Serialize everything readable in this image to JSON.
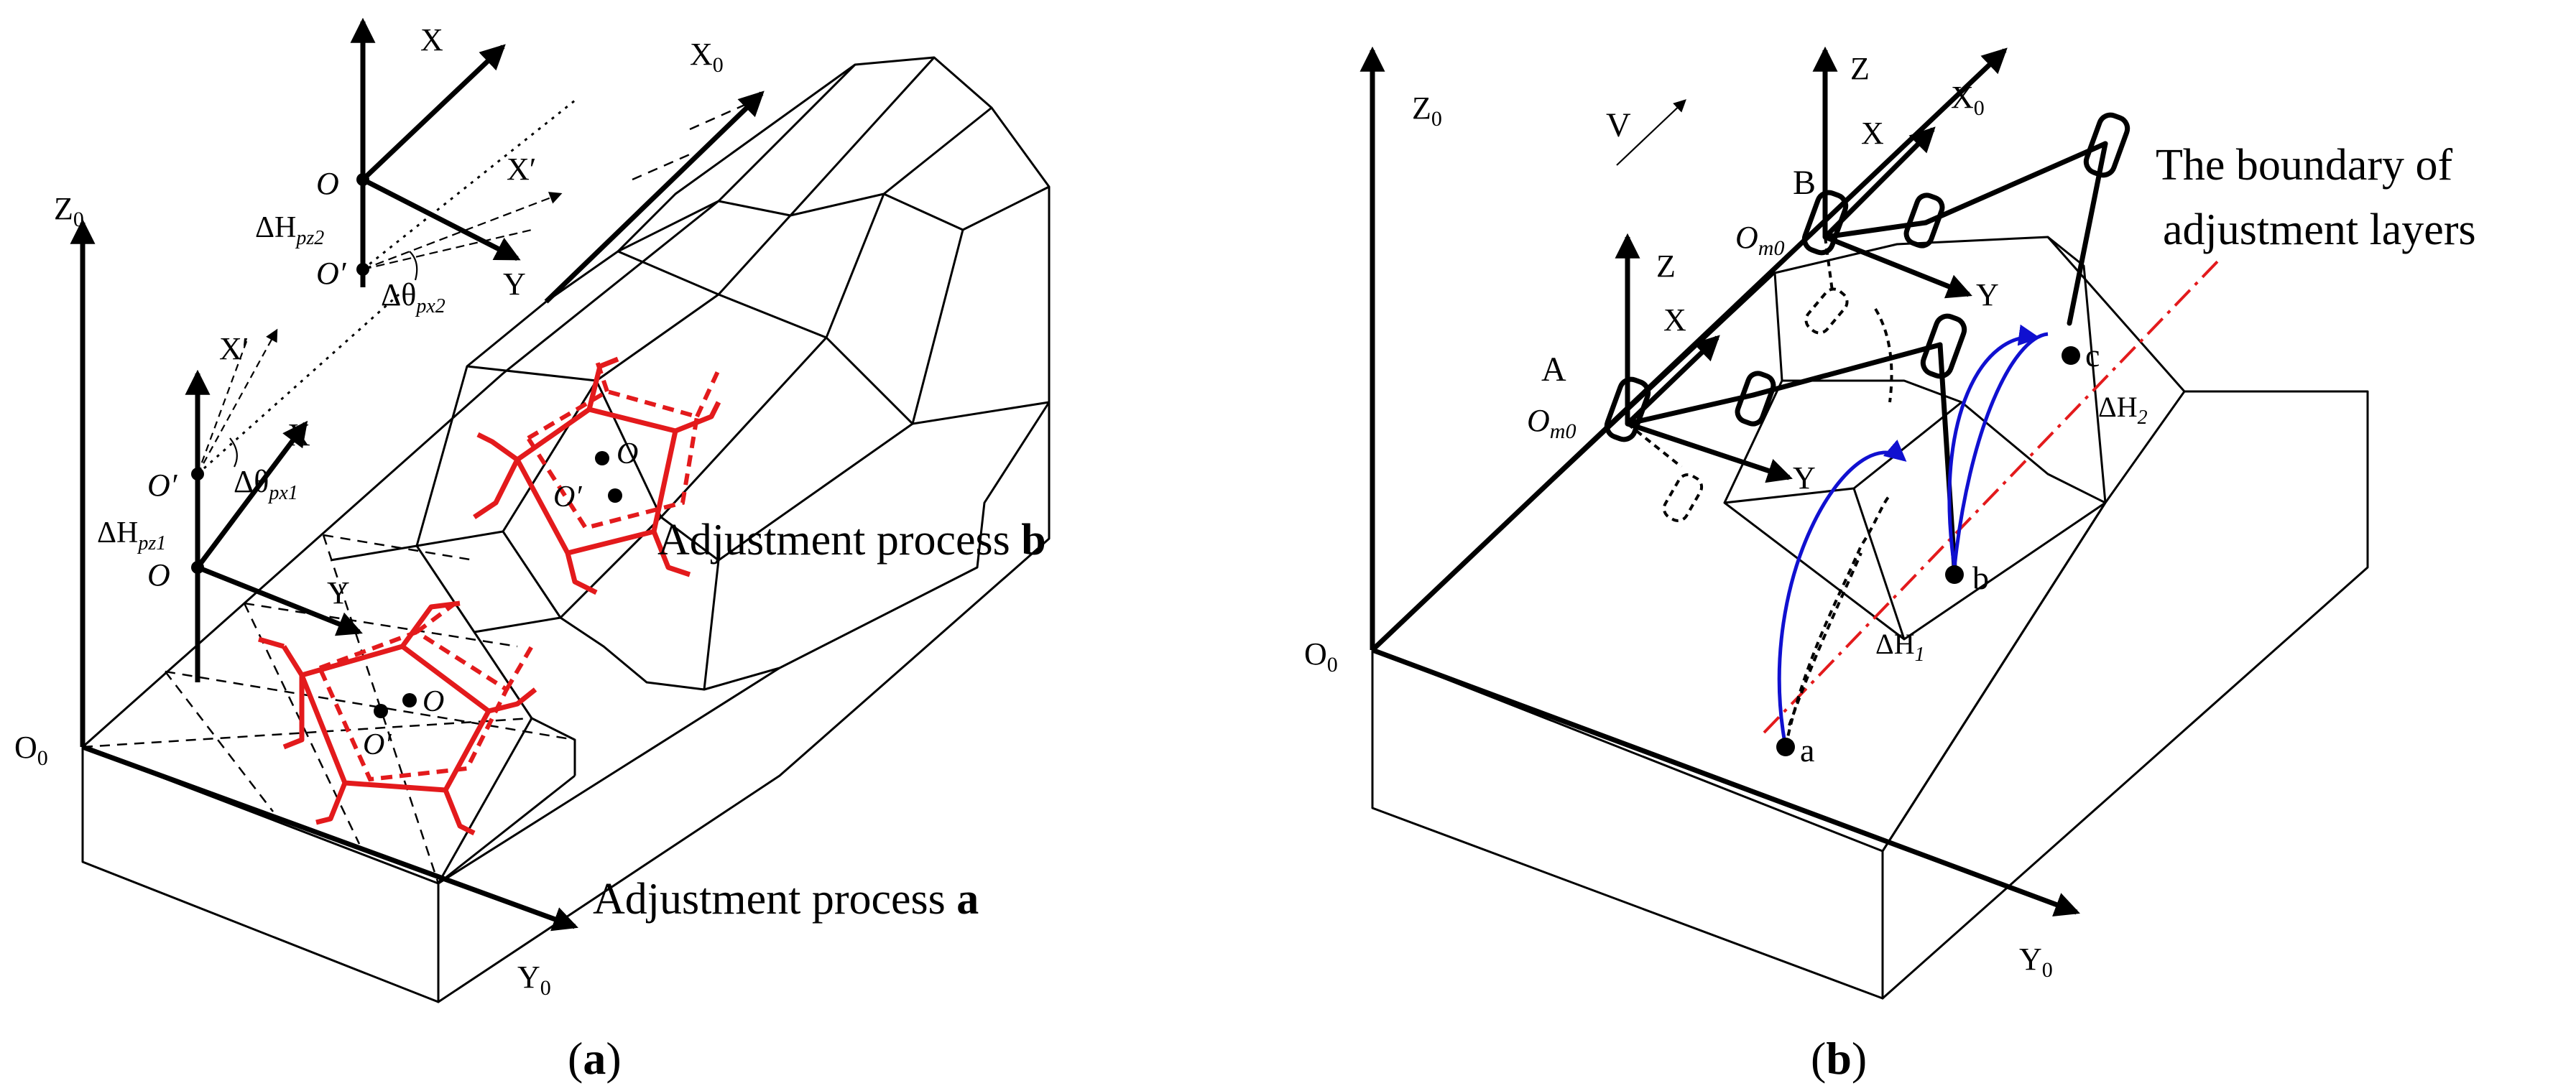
{
  "panel_a": {
    "caption_open": "(",
    "caption_letter": "a",
    "caption_close": ")",
    "axes": {
      "z0": "Z",
      "y0": "Y",
      "x0": "X",
      "origin": "O",
      "sub0": "0"
    },
    "lower_frame": {
      "x": "X",
      "xp": "X′",
      "y": "Y",
      "o": "O",
      "op": "O′",
      "dh": "ΔH",
      "dh_sub": "pz1",
      "dt": "Δθ",
      "dt_sub": "px1"
    },
    "upper_frame": {
      "x": "X",
      "xp": "X′",
      "y": "Y",
      "o": "O",
      "op": "O′",
      "dh": "ΔH",
      "dh_sub": "pz2",
      "dt": "Δθ",
      "dt_sub": "px2"
    },
    "points": {
      "o_lower": "O",
      "op_lower": "O′",
      "o_upper": "O",
      "op_upper": "O′"
    },
    "process_a": {
      "text": "Adjustment process ",
      "letter": "a"
    },
    "process_b": {
      "text": "Adjustment process ",
      "letter": "b"
    }
  },
  "panel_b": {
    "caption_open": "(",
    "caption_letter": "b",
    "caption_close": ")",
    "axes": {
      "z0": "Z",
      "y0": "Y",
      "x0": "X",
      "origin": "O",
      "sub0": "0"
    },
    "velocity": "V",
    "frame_a": {
      "label": "A",
      "om": "O",
      "om_sub": "m0",
      "z": "Z",
      "x": "X",
      "y": "Y"
    },
    "frame_b": {
      "label": "B",
      "om": "O",
      "om_sub": "m0",
      "z": "Z",
      "x": "X",
      "y": "Y"
    },
    "points": {
      "a": "a",
      "b": "b",
      "c": "c"
    },
    "dh1": {
      "d": "ΔH",
      "sub": "1"
    },
    "dh2": {
      "d": "ΔH",
      "sub": "2"
    },
    "boundary_line1": "The boundary of",
    "boundary_line2": "adjustment layers"
  }
}
